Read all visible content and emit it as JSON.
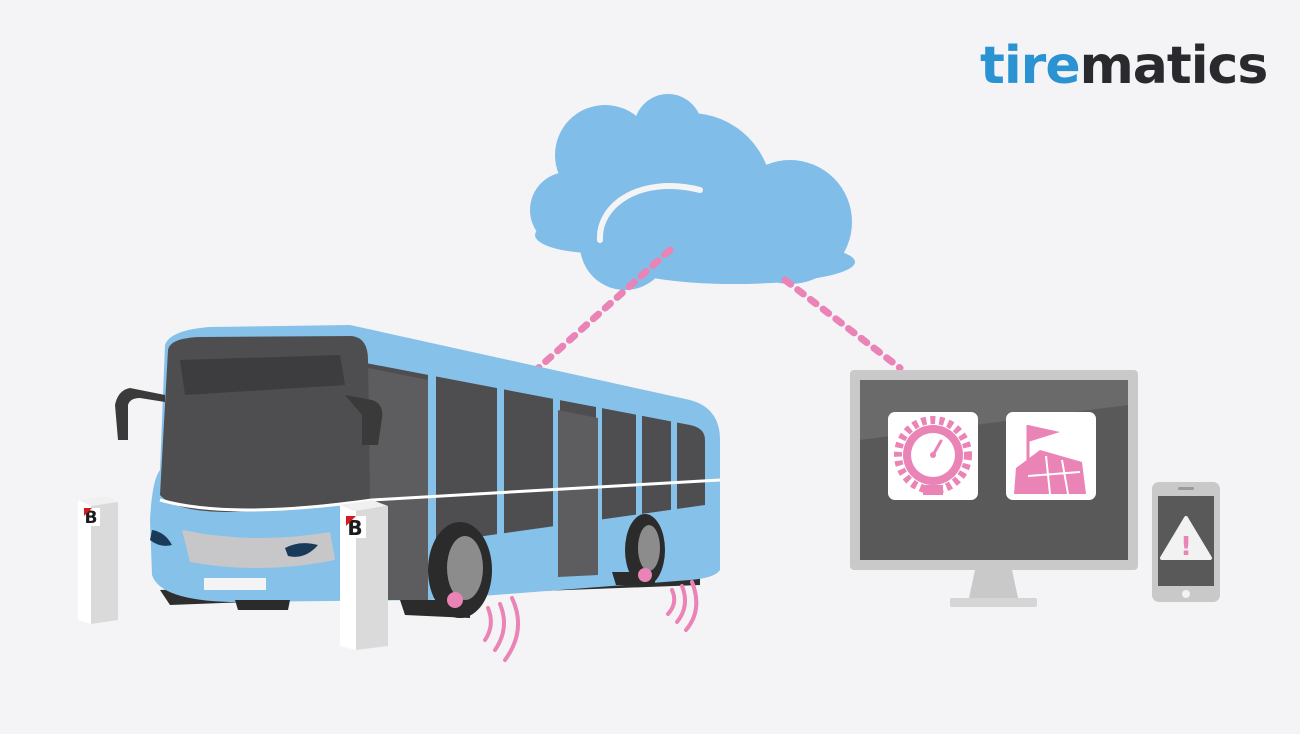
{
  "logo": {
    "part1": "tire",
    "part2": "matics",
    "color_primary": "#2b93d1",
    "color_secondary": "#2a2a2e"
  },
  "colors": {
    "background": "#f4f4f6",
    "cloud": "#80bde9",
    "bus_body": "#86c1ea",
    "bus_window": "#4e4e50",
    "connection": "#ea83b6",
    "monitor_frame": "#c9c9c9",
    "monitor_screen": "#595959",
    "icon_tile": "#ffffff",
    "icon_accent": "#ea83b6",
    "brand_badge": "#d71920"
  },
  "icons": {
    "gauge": "tire-pressure-gauge-icon",
    "map": "map-flag-icon",
    "alert": "warning-triangle-icon",
    "brand": "bridgestone-b-logo"
  },
  "brand_badge_letter": "B",
  "alert_symbol": "!"
}
